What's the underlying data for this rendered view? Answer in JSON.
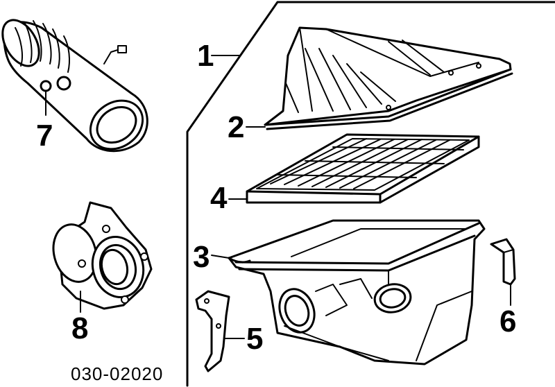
{
  "diagram": {
    "code": "030-02020",
    "callouts": [
      {
        "id": "1",
        "text": "1"
      },
      {
        "id": "2",
        "text": "2"
      },
      {
        "id": "3",
        "text": "3"
      },
      {
        "id": "4",
        "text": "4"
      },
      {
        "id": "5",
        "text": "5"
      },
      {
        "id": "6",
        "text": "6"
      },
      {
        "id": "7",
        "text": "7"
      },
      {
        "id": "8",
        "text": "8"
      }
    ]
  }
}
